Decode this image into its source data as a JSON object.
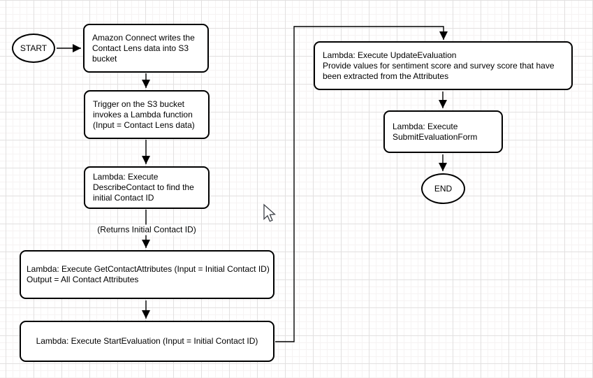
{
  "canvas": {
    "background_color": "#ffffff",
    "grid_major_color": "#e2e0e0",
    "grid_minor_color": "#f6f3f3",
    "shape_stroke_color": "#000000",
    "shape_fill_color": "#ffffff",
    "mouse_cursor": "arrow-pointer"
  },
  "flowchart": {
    "start_label": "START",
    "end_label": "END",
    "edge_label": "(Returns Initial Contact ID)",
    "nodes": [
      {
        "id": "s3-write",
        "label": "Amazon Connect writes the\nContact Lens data into S3\nbucket"
      },
      {
        "id": "s3-trigger",
        "label": "Trigger on the S3 bucket\ninvokes a Lambda function\n(Input = Contact Lens data)"
      },
      {
        "id": "describe-contact",
        "label": "Lambda: Execute\nDescribeContact to find the\ninitial Contact ID"
      },
      {
        "id": "get-contact-attributes",
        "label": "Lambda: Execute GetContactAttributes (Input = Initial Contact ID)\nOutput = All Contact Attributes"
      },
      {
        "id": "start-evaluation",
        "label": "Lambda: Execute StartEvaluation (Input = Initial Contact ID)"
      },
      {
        "id": "update-evaluation",
        "label": "Lambda: Execute UpdateEvaluation\nProvide values for sentiment score and survey score that have\nbeen extracted from the Attributes"
      },
      {
        "id": "submit-evaluation-form",
        "label": "Lambda: Execute\nSubmitEvaluationForm"
      }
    ]
  }
}
